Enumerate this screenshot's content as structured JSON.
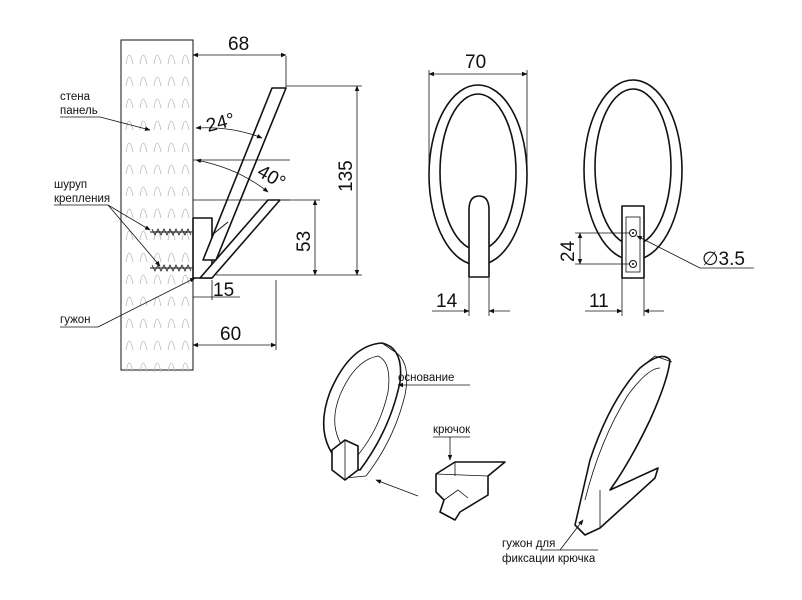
{
  "side_view": {
    "width_label": "68",
    "height_label": "135",
    "peg_height_label": "53",
    "peg_depth_label": "15",
    "base_depth_label": "60",
    "angle_upper_label": "24°",
    "angle_lower_label": "40°",
    "wall_label_line1": "стена",
    "wall_label_line2": "панель",
    "screw_label_line1": "шуруп",
    "screw_label_line2": "крепления",
    "peg_label": "гужон"
  },
  "front_view": {
    "width_label": "70",
    "hook_width_label": "14"
  },
  "back_view": {
    "hole_spacing_label": "24",
    "hole_diameter_label": "∅3.5",
    "plate_width_label": "11"
  },
  "exploded_view": {
    "base_label": "основание",
    "hook_label": "крючок",
    "peg_label_line1": "гужон для",
    "peg_label_line2": "фиксации крючка"
  }
}
